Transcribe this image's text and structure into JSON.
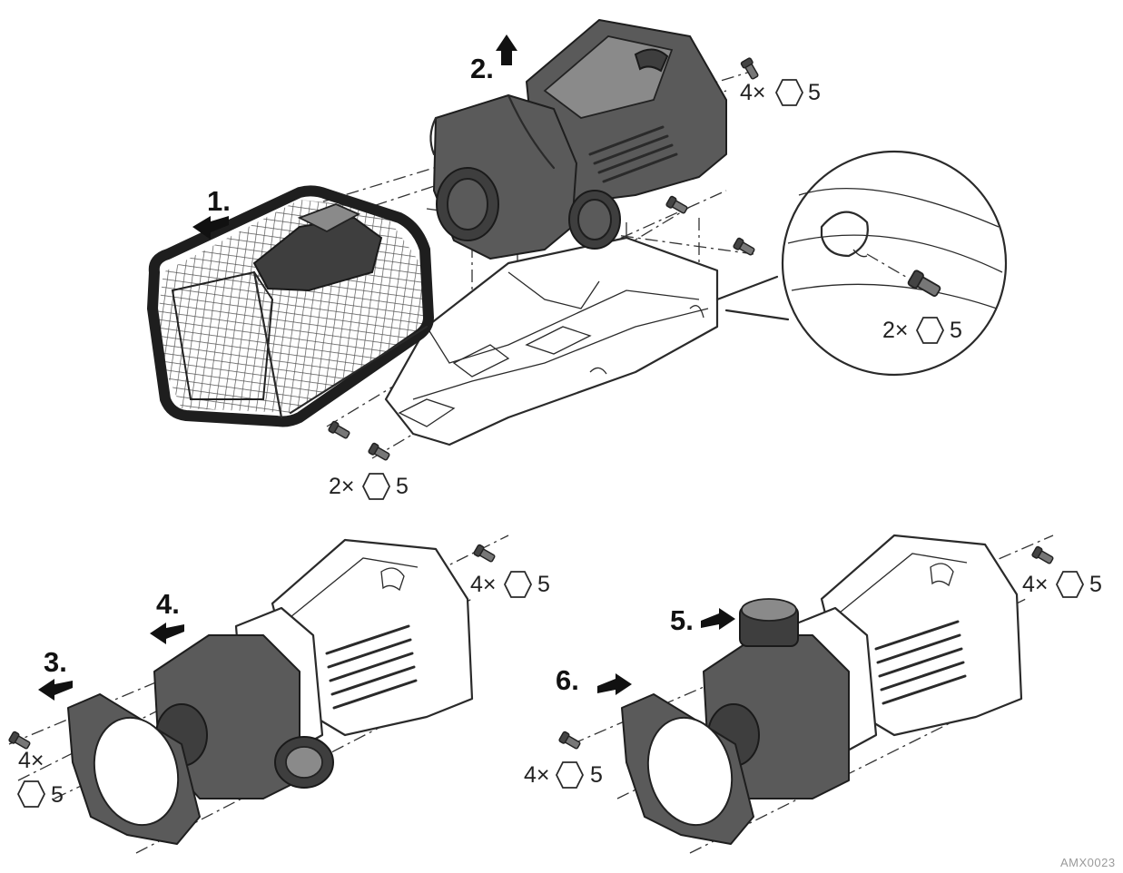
{
  "steps": [
    {
      "id": "1",
      "label": "1."
    },
    {
      "id": "2",
      "label": "2."
    },
    {
      "id": "3",
      "label": "3."
    },
    {
      "id": "4",
      "label": "4."
    },
    {
      "id": "5",
      "label": "5."
    },
    {
      "id": "6",
      "label": "6."
    }
  ],
  "fasteners": {
    "top_right": {
      "count": "4×",
      "size": "5"
    },
    "detail": {
      "count": "2×",
      "size": "5"
    },
    "base_front": {
      "count": "2×",
      "size": "5"
    },
    "bottom_left_right": {
      "count": "4×",
      "size": "5"
    },
    "bottom_left_left": {
      "count": "4×",
      "size": "5"
    },
    "bottom_right_right": {
      "count": "4×",
      "size": "5"
    },
    "bottom_right_left": {
      "count": "4×",
      "size": "5"
    }
  },
  "icons": {
    "arrow": "arrow-icon",
    "hex_key": "hexagon-icon",
    "screw": "screw-icon"
  },
  "colors": {
    "ink": "#2a2a2a",
    "shade": "#5a5a5a",
    "dark_shade": "#3e3e3e"
  },
  "figure_code": "AMX0023"
}
